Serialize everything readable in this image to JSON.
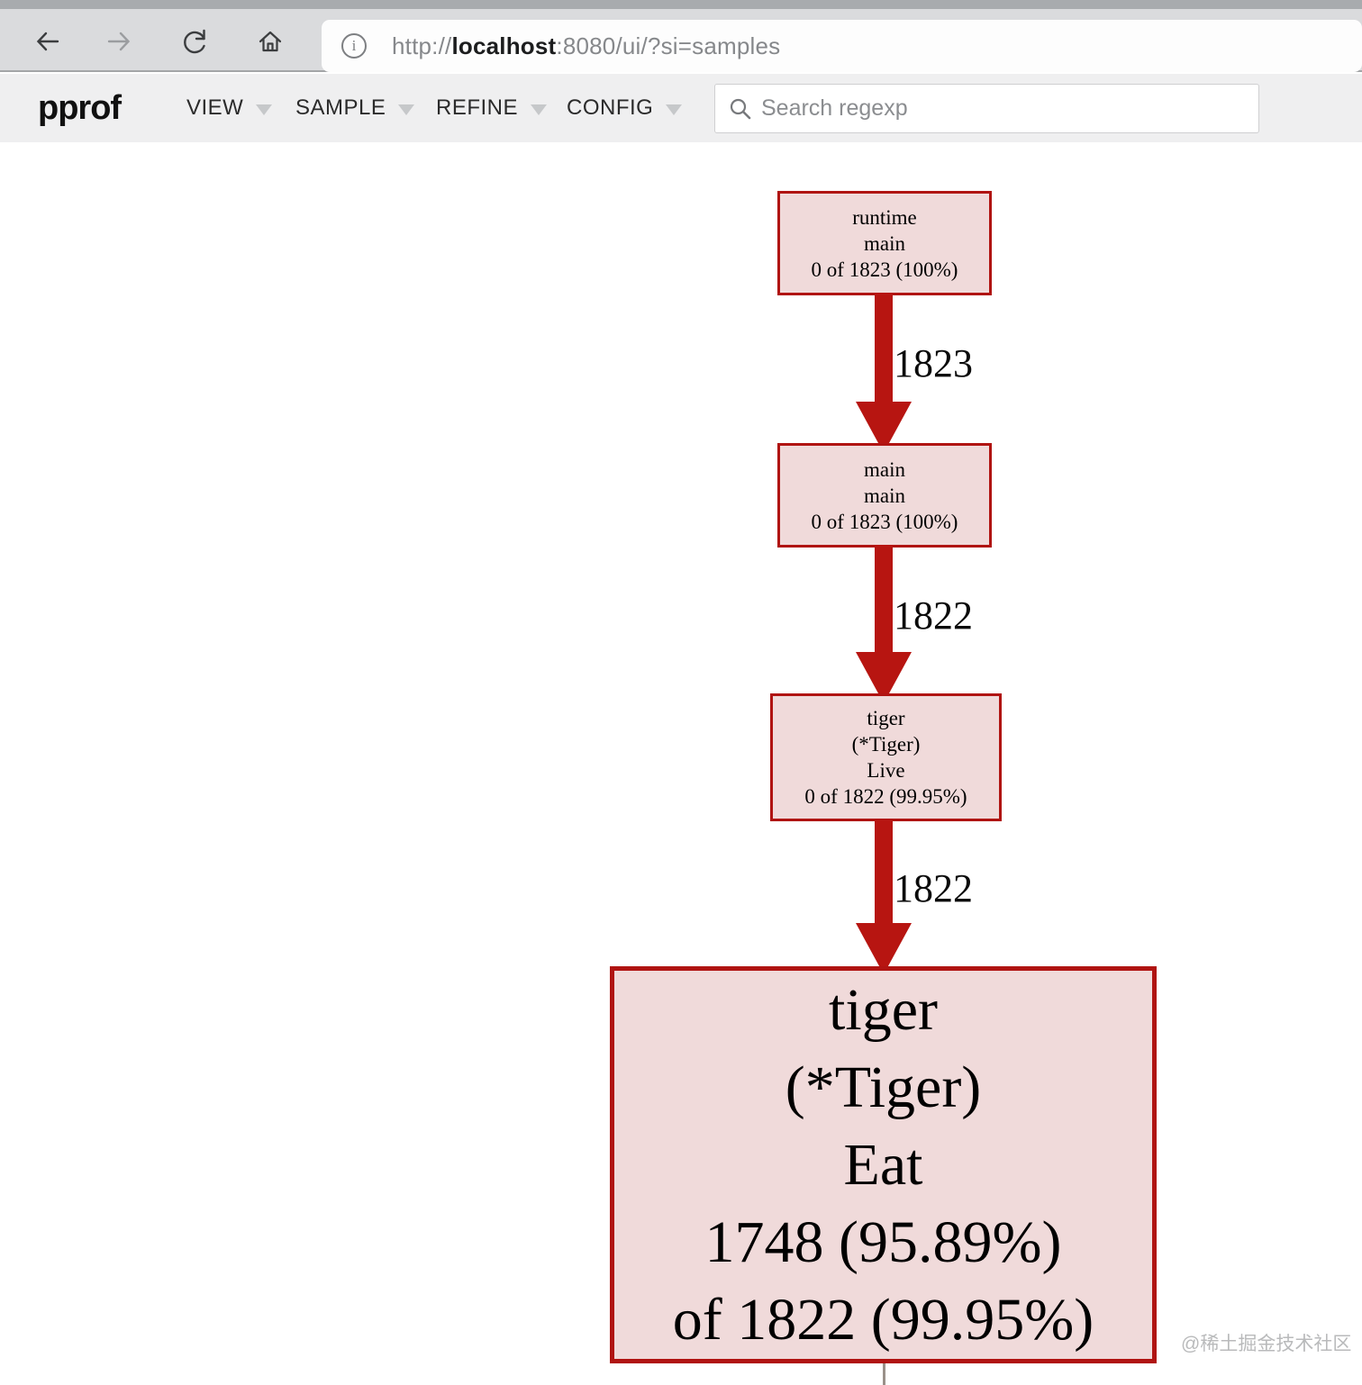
{
  "browser": {
    "url": {
      "scheme": "http://",
      "host": "localhost",
      "rest": ":8080/ui/?si=samples"
    },
    "info_glyph": "i"
  },
  "header": {
    "logo": "pprof",
    "menus": [
      {
        "label": "VIEW"
      },
      {
        "label": "SAMPLE"
      },
      {
        "label": "REFINE"
      },
      {
        "label": "CONFIG"
      }
    ],
    "search_placeholder": "Search regexp"
  },
  "graph": {
    "nodes": [
      {
        "lines": [
          "runtime",
          "main",
          "0 of 1823 (100%)"
        ]
      },
      {
        "lines": [
          "main",
          "main",
          "0 of 1823 (100%)"
        ]
      },
      {
        "lines": [
          "tiger",
          "(*Tiger)",
          "Live",
          "0 of 1822 (99.95%)"
        ]
      },
      {
        "lines": [
          "tiger",
          "(*Tiger)",
          "Eat",
          "1748 (95.89%)",
          "of 1822 (99.95%)"
        ]
      }
    ],
    "edges": [
      {
        "label": "1823"
      },
      {
        "label": "1822"
      },
      {
        "label": "1822"
      }
    ],
    "colors": {
      "node_fill": "#f0dada",
      "node_border": "#b01412",
      "edge": "#b71511"
    }
  },
  "watermark": "@稀土掘金技术社区"
}
